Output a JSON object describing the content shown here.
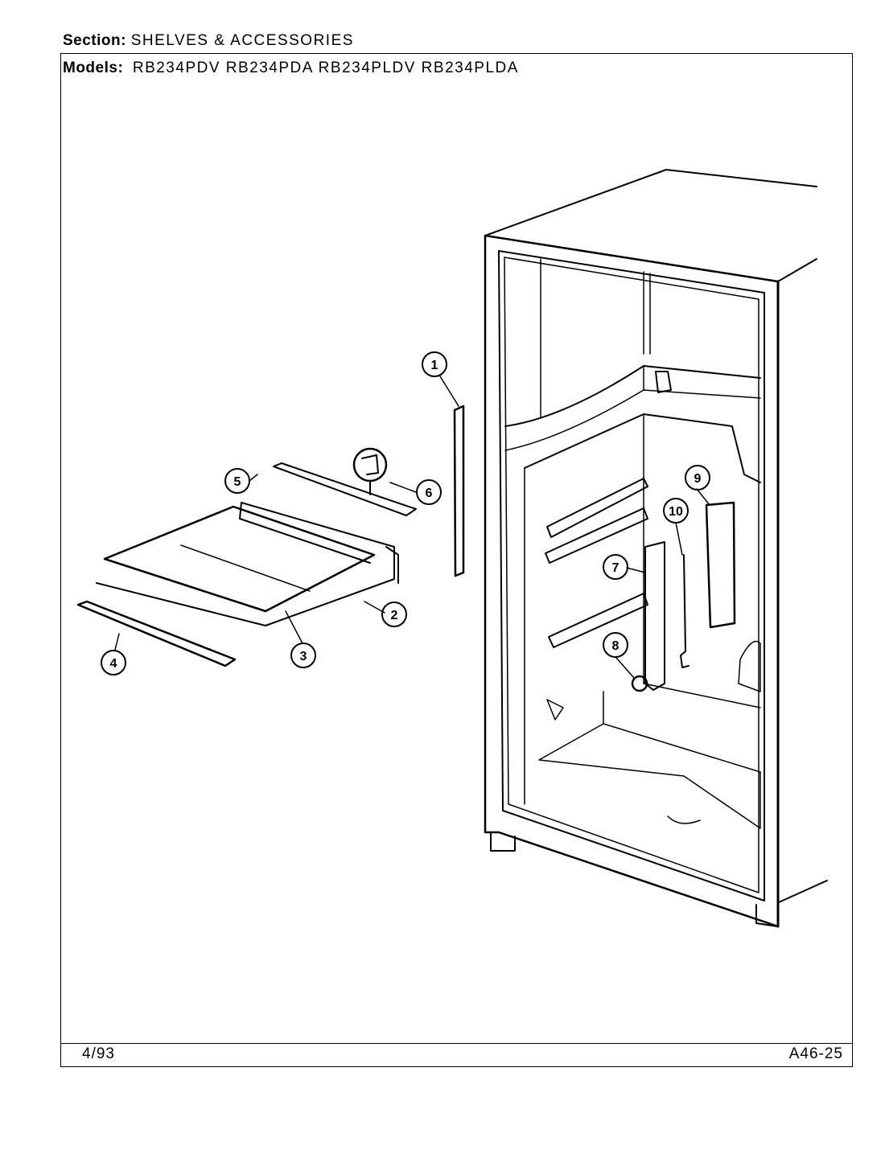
{
  "header": {
    "section_label": "Section:",
    "section_value": "SHELVES & ACCESSORIES",
    "models_label": "Models:",
    "models_value": "RB234PDV  RB234PDA  RB234PLDV  RB234PLDA"
  },
  "footer": {
    "date": "4/93",
    "code": "A46-25"
  },
  "callouts": [
    "1",
    "2",
    "3",
    "4",
    "5",
    "6",
    "7",
    "8",
    "9",
    "10"
  ],
  "colors": {
    "ink": "#000000",
    "paper": "#ffffff"
  }
}
